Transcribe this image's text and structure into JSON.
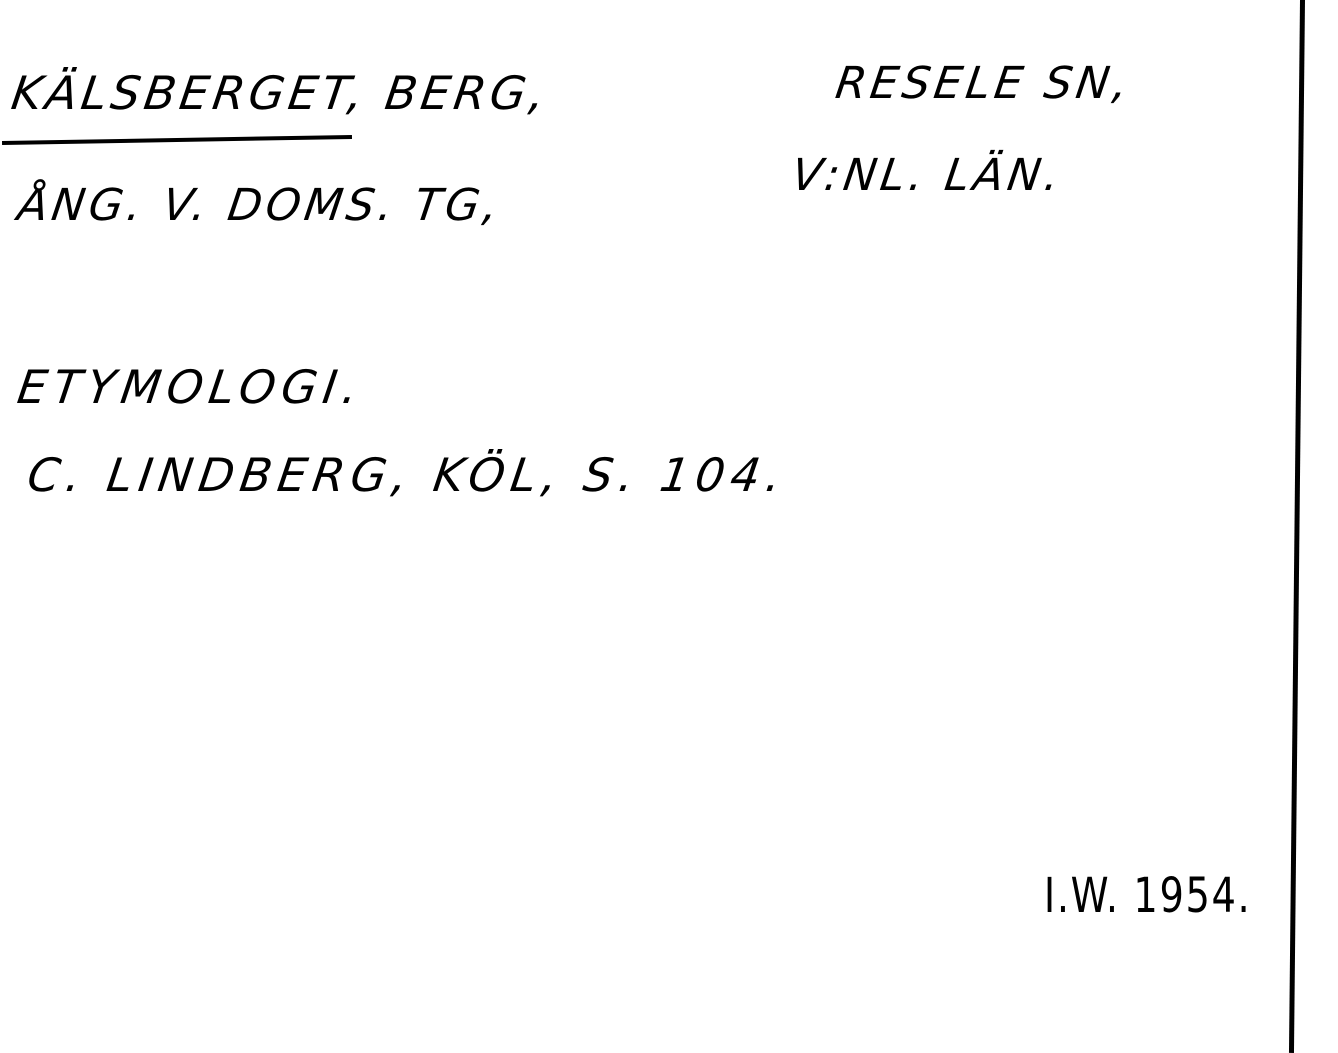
{
  "card": {
    "headword": "KÄLSBERGET,",
    "type": "BERG,",
    "source_line": "ÅNG. V. DOMS. TG,",
    "parish": "RESELE SN,",
    "county": "V:NL. LÄN.",
    "section_heading": "ETYMOLOGI.",
    "reference": "C. LINDBERG, KÖL, S. 104.",
    "signature": "I.W. 1954."
  }
}
